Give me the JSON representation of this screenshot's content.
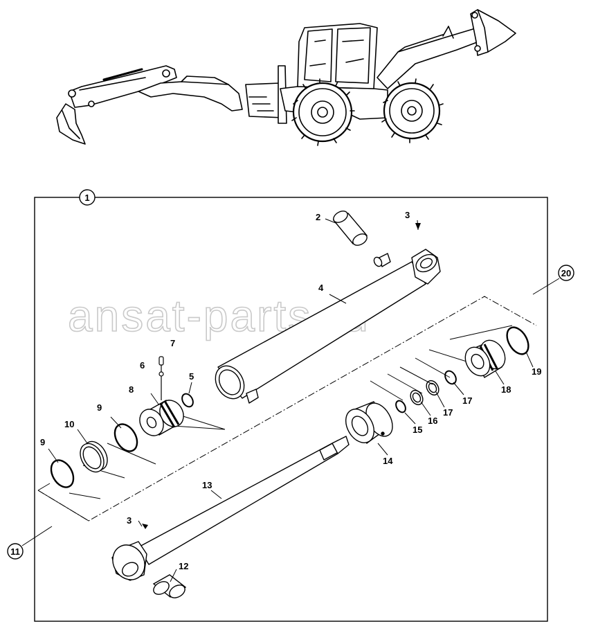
{
  "diagram": {
    "frame_label": "1",
    "watermark": "ansat-parts.ru",
    "ring_labels": {
      "left": "11",
      "right": "20"
    },
    "callouts": {
      "c2": "2",
      "c3a": "3",
      "c3b": "3",
      "c4": "4",
      "c5": "5",
      "c6": "6",
      "c7": "7",
      "c8": "8",
      "c9a": "9",
      "c9b": "9",
      "c10": "10",
      "c12": "12",
      "c13": "13",
      "c14": "14",
      "c15": "15",
      "c16": "16",
      "c17a": "17",
      "c17b": "17",
      "c18": "18",
      "c19": "19"
    }
  }
}
